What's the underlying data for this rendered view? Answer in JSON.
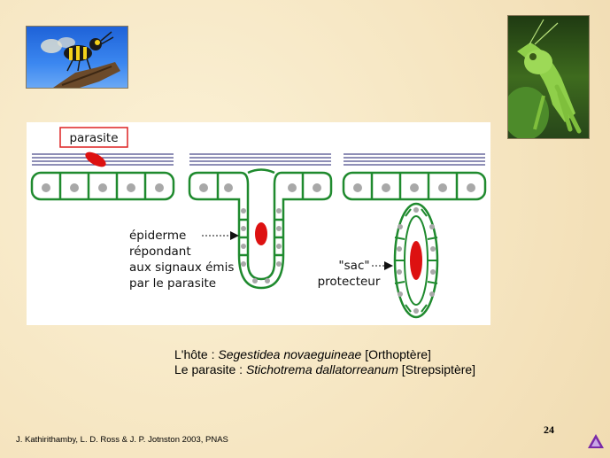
{
  "slide": {
    "page_number": "24",
    "citation": "J. Kathirithamby, L. D. Ross & J. P. Jotnston 2003, PNAS"
  },
  "diagram": {
    "parasite_label": "parasite",
    "epidermis_label": [
      "épiderme",
      "répondant",
      "aux signaux émis",
      "par le parasite"
    ],
    "sac_label": [
      "\"sac\"",
      "protecteur"
    ]
  },
  "caption": {
    "host_prefix": "L'hôte : ",
    "host_species": "Segestidea novaeguineae",
    "host_suffix": " [Orthoptère]",
    "parasite_prefix": "Le parasite : ",
    "parasite_species": "Stichotrema dallatorreanum",
    "parasite_suffix": " [Strepsiptère]"
  },
  "colors": {
    "cell_outline": "#1f8a2e",
    "nucleus": "#a8a8a8",
    "parasite": "#dd1111",
    "cuticle": "#4a4a8a",
    "label_box": "#dd2222",
    "nav_icon": "#7a2aa8"
  },
  "icons": {
    "nav": "triangle-nav-icon"
  }
}
